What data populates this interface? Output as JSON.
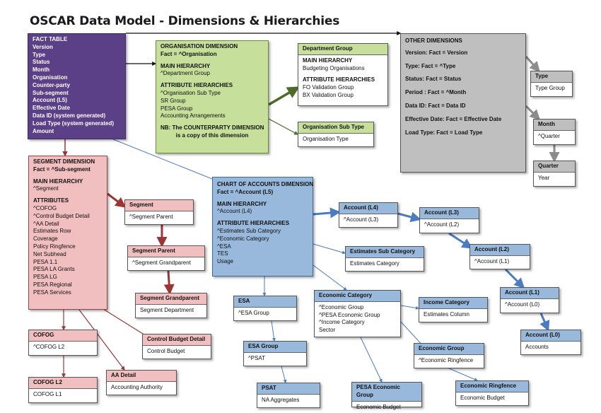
{
  "title": "OSCAR Data Model - Dimensions & Hierarchies",
  "colors": {
    "purple": "#5b3f87",
    "green": "#c6df9a",
    "green_arrow": "#4e6b2a",
    "pink": "#f2bfc0",
    "red_arrow": "#9e3535",
    "blue": "#98b8dc",
    "blue_arrow": "#4a7cc2",
    "grey": "#bfbfbf",
    "grey_arrow": "#8c8c8c"
  },
  "fact_table": {
    "lines": [
      "FACT TABLE",
      "Version",
      "Type",
      "Status",
      "Month",
      "Organisation",
      "Counter-party",
      "Sub-segment",
      "Account (L5)",
      "Effective Date",
      "Data ID (system generated)",
      "Load Type (system generated)",
      "Amount"
    ]
  },
  "organisation": {
    "title": "ORGANISATION DIMENSION",
    "fact": "Fact = ^Organisation",
    "main_label": "MAIN HIERARCHY",
    "main_items": [
      "^Department Group"
    ],
    "attr_label": "ATTRIBUTE HIERARCHIES",
    "attr_items": [
      "^Organisation Sub Type",
      "SR Group",
      "PESA Group",
      "Accounting Arrangements"
    ],
    "note": [
      "NB: The COUNTERPARTY DIMENSION",
      "is a copy of this dimension"
    ]
  },
  "department_group": {
    "title": "Department Group",
    "main_label": "MAIN HIERARCHY",
    "main_items": [
      "Budgeting Organisations"
    ],
    "attr_label": "ATTRIBUTE HIERARCHIES",
    "attr_items": [
      "FO Validation Group",
      "BX Validation Group"
    ]
  },
  "organisation_sub_type": {
    "title": "Organisation Sub Type",
    "items": [
      "Organisation  Type"
    ]
  },
  "other": {
    "title": "OTHER DIMENSIONS",
    "items": [
      "Version:  Fact = Version",
      "Type:    Fact = ^Type",
      "Status:    Fact = Status",
      "Period :   Fact = ^Month",
      "Data ID:  Fact = Data ID",
      "Effective Date: Fact = Effective Date",
      "Load  Type:   Fact = Load Type"
    ]
  },
  "type_box": {
    "title": "Type",
    "items": [
      "Type Group"
    ]
  },
  "month_box": {
    "title": "Month",
    "items": [
      "^Quarter"
    ]
  },
  "quarter_box": {
    "title": "Quarter",
    "items": [
      "Year"
    ]
  },
  "segment_dim": {
    "title": "SEGMENT DIMENSION",
    "fact": "Fact = ^Sub-segment",
    "main_label": "MAIN HIERARCHY",
    "main_items": [
      "^Segment"
    ],
    "attr_label": "ATTRIBUTES",
    "attr_items": [
      "^COFOG",
      "^Control Budget Detail",
      "^AA Detail",
      "Estimates Row",
      "Coverage",
      "Policy Ringfence",
      "Net Subhead",
      "PESA 1.1",
      "PESA LA Grants",
      "PESA LG",
      "PESA Regional",
      "PESA Services"
    ]
  },
  "segment": {
    "title": "Segment",
    "items": [
      "^Segment Parent"
    ]
  },
  "segment_parent": {
    "title": "Segment Parent",
    "items": [
      "^Segment Grandparent"
    ]
  },
  "segment_grandparent": {
    "title": "Segment Grandparent",
    "items": [
      "Segment Department"
    ]
  },
  "cofog": {
    "title": "COFOG",
    "items": [
      "^COFOG L2"
    ]
  },
  "cofog_l2": {
    "title": "COFOG L2",
    "items": [
      "COFOG L1"
    ]
  },
  "control_budget_detail": {
    "title": "Control Budget Detail",
    "items": [
      "Control Budget"
    ]
  },
  "aa_detail": {
    "title": "AA Detail",
    "items": [
      "Accounting Authority"
    ]
  },
  "coa": {
    "title": "CHART OF ACCOUNTS  DIMENSION",
    "fact": "Fact = ^Account (L5)",
    "main_label": "MAIN HIERARCHY",
    "main_items": [
      "^Account (L4)"
    ],
    "attr_label": "ATTRIBUTE HIERARCHIES",
    "attr_items": [
      "^Estimates  Sub Category",
      "^Economic Category",
      "^ESA",
      "TES",
      "Usage"
    ]
  },
  "account_l4": {
    "title": "Account (L4)",
    "items": [
      "^Account (L3)"
    ]
  },
  "account_l3": {
    "title": "Account (L3)",
    "items": [
      "^Account (L2)"
    ]
  },
  "account_l2": {
    "title": "Account (L2)",
    "items": [
      "^Account (L1)"
    ]
  },
  "account_l1": {
    "title": "Account (L1)",
    "items": [
      "^Account (L0)"
    ]
  },
  "account_l0": {
    "title": "Account (L0)",
    "items": [
      "Accounts"
    ]
  },
  "estimates_sub_category": {
    "title": "Estimates Sub Category",
    "items": [
      "Estimates Category"
    ]
  },
  "economic_category": {
    "title": "Economic Category",
    "items": [
      "^Economic Group",
      "^PESA Economic Group",
      "^Income Category",
      "Sector"
    ]
  },
  "income_category": {
    "title": "Income Category",
    "items": [
      "Estimates Column"
    ]
  },
  "economic_group": {
    "title": "Economic Group",
    "items": [
      "^Economic Ringfence"
    ]
  },
  "economic_ringfence": {
    "title": "Economic Ringfence",
    "items": [
      "Economic Budget"
    ]
  },
  "pesa_economic_group": {
    "title": "PESA Economic Group",
    "items": [
      "Economic Budget"
    ]
  },
  "esa": {
    "title": "ESA",
    "items": [
      "^ESA Group"
    ]
  },
  "esa_group": {
    "title": "ESA Group",
    "items": [
      "^PSAT"
    ]
  },
  "psat": {
    "title": "PSAT",
    "items": [
      "NA Aggregates"
    ]
  }
}
